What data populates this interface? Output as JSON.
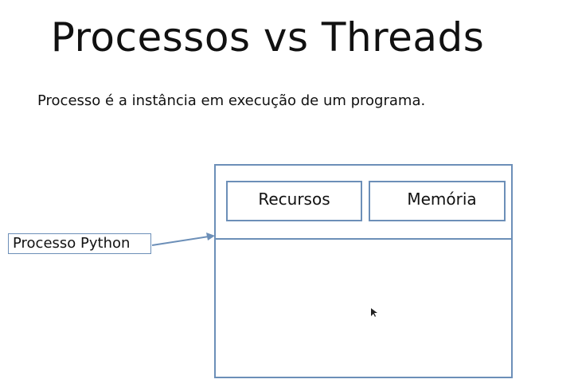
{
  "slide": {
    "title": "Processos vs Threads",
    "definition": "Processo é a instância em execução de um programa."
  },
  "diagram": {
    "pointer_label": "Processo Python",
    "resources": [
      "Recursos",
      "Memória"
    ],
    "colors": {
      "stroke": "#6c8fb8"
    }
  }
}
